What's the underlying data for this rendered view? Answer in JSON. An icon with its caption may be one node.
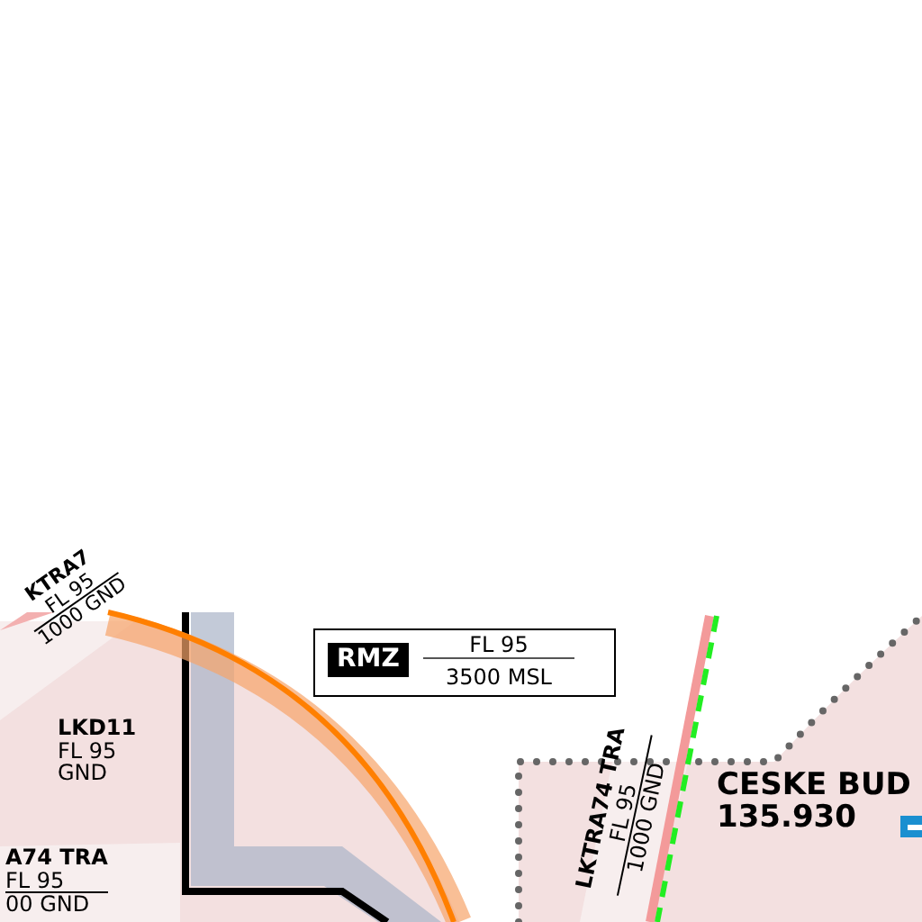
{
  "diagram": {
    "nodes": [
      {
        "text": [
          "KTRA7",
          "FL 95",
          "1000 GND"
        ]
      },
      {
        "text": [
          "LKD11",
          "FL 95",
          "GND"
        ]
      },
      {
        "text": [
          "A74 TRA",
          "FL 95",
          "00 GND"
        ]
      },
      {
        "text": [
          "RMZ",
          "FL 95",
          "3500 MSL"
        ]
      },
      {
        "text": [
          "LKTRA74 TRA",
          "FL 95",
          "1000 GND"
        ]
      },
      {
        "text": [
          "CESKE BUD",
          "135.930"
        ]
      }
    ],
    "edges": []
  }
}
